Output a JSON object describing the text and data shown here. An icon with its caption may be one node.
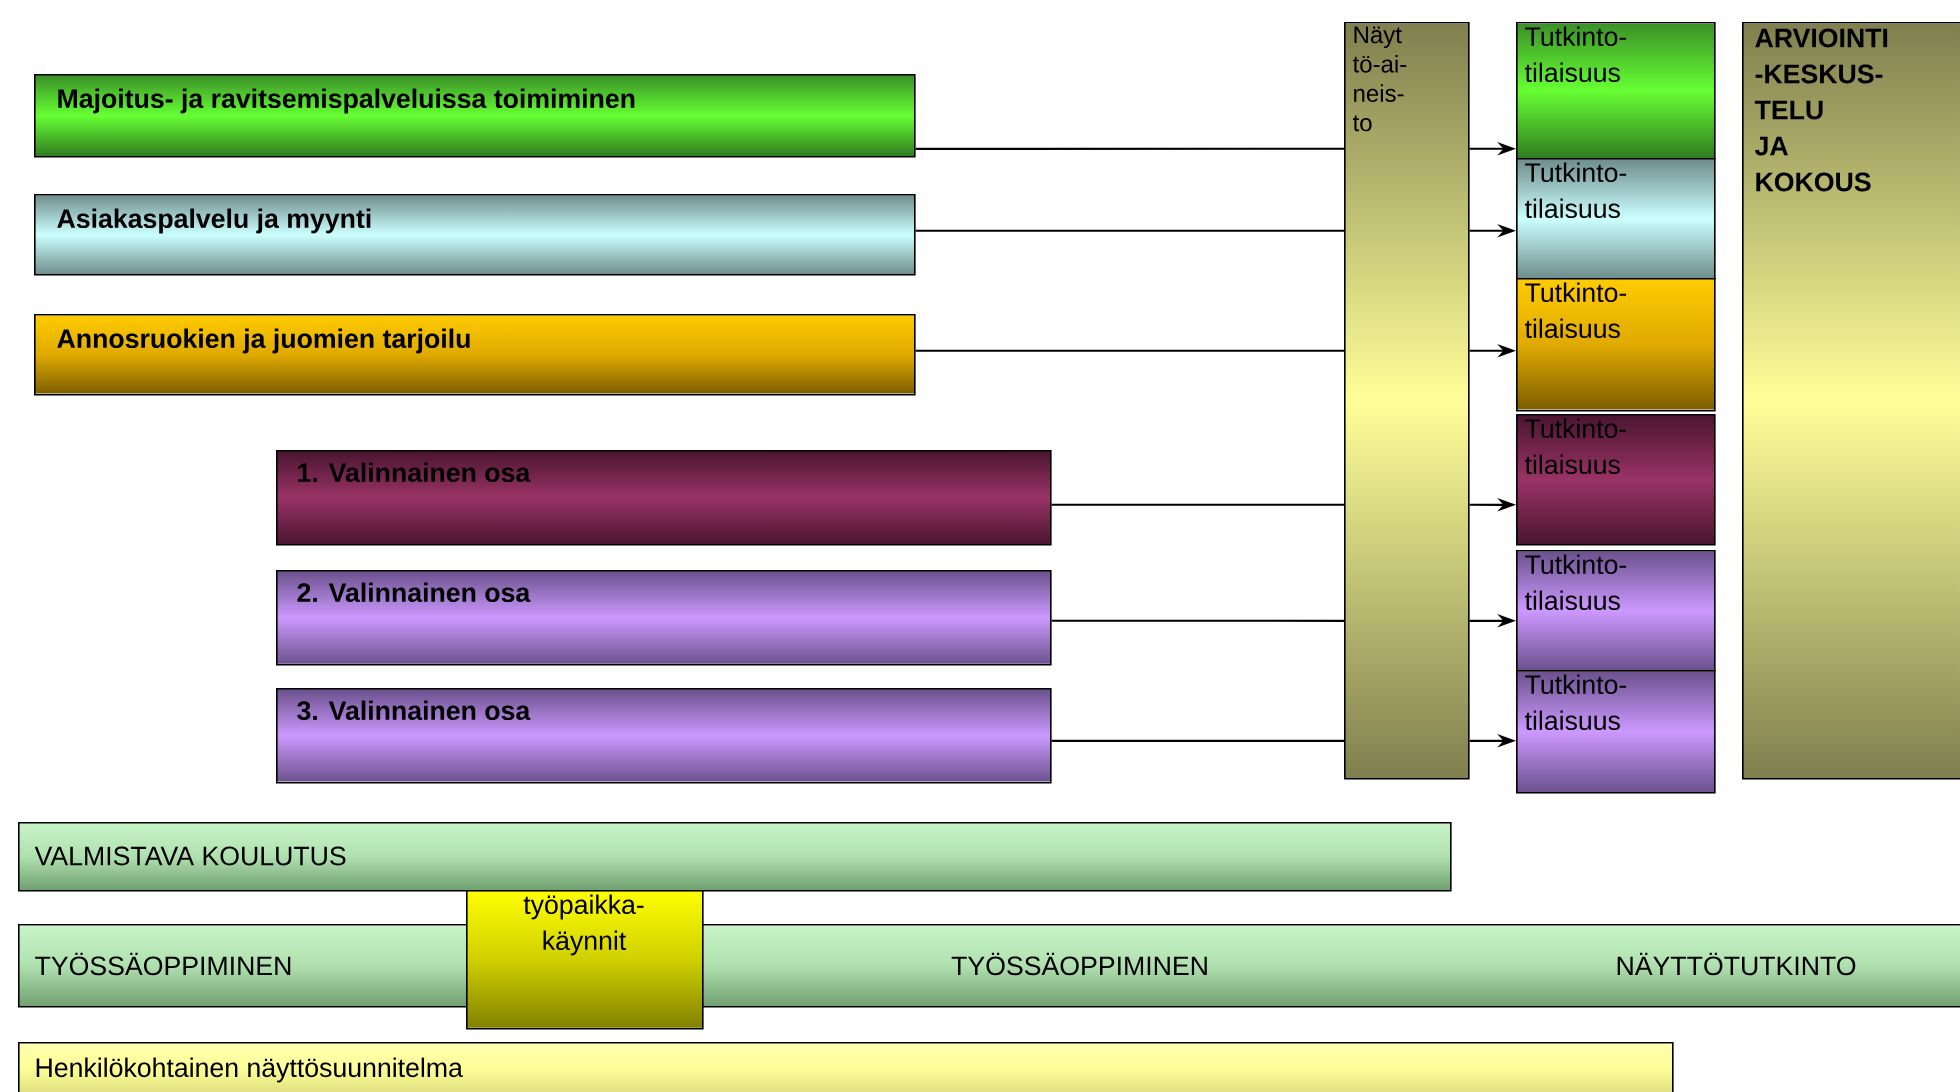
{
  "diagram": {
    "nodes": [
      {
        "text": [
          "Majoitus- ja ravitsemispalveluissa toimiminen"
        ]
      },
      {
        "text": [
          "Asiakaspalvelu ja myynti"
        ]
      },
      {
        "text": [
          "Annosruokien ja juomien tarjoilu"
        ]
      },
      {
        "text": [
          "1. Valinnainen osa"
        ]
      },
      {
        "text": [
          "2. Valinnainen osa"
        ]
      },
      {
        "text": [
          "3. Valinnainen osa"
        ]
      },
      {
        "text": [
          "Näyt tö-ai- neis- to"
        ]
      },
      {
        "text": [
          "Tutkinto- tilaisuus"
        ]
      },
      {
        "text": [
          "Tutkinto- tilaisuus"
        ]
      },
      {
        "text": [
          "Tutkinto- tilaisuus"
        ]
      },
      {
        "text": [
          "Tutkinto- tilaisuus"
        ]
      },
      {
        "text": [
          "Tutkinto- tilaisuus"
        ]
      },
      {
        "text": [
          "Tutkinto- tilaisuus"
        ]
      },
      {
        "text": [
          "ARVIOINTI -KESKUS- TELU JA KOKOUS"
        ]
      },
      {
        "text": [
          "VALMISTAVA KOULUTUS"
        ]
      },
      {
        "text": [
          "TYÖSSÄOPPIMINEN",
          "TYÖSSÄOPPIMINEN",
          "NÄYTTÖTUTKINTO"
        ]
      },
      {
        "text": [
          "työpaikka- käynnit"
        ]
      },
      {
        "text": [
          "Henkilökohtainen näyttösuunnitelma"
        ]
      }
    ],
    "edges": [
      {
        "from": 0,
        "to": 6,
        "arrow": "none"
      },
      {
        "from": 6,
        "to": 7,
        "arrow": "to"
      },
      {
        "from": 1,
        "to": 6,
        "arrow": "none"
      },
      {
        "from": 6,
        "to": 8,
        "arrow": "to"
      },
      {
        "from": 2,
        "to": 6,
        "arrow": "none"
      },
      {
        "from": 6,
        "to": 9,
        "arrow": "to"
      },
      {
        "from": 3,
        "to": 6,
        "arrow": "none"
      },
      {
        "from": 6,
        "to": 10,
        "arrow": "to"
      },
      {
        "from": 4,
        "to": 6,
        "arrow": "none"
      },
      {
        "from": 6,
        "to": 11,
        "arrow": "to"
      },
      {
        "from": 5,
        "to": 6,
        "arrow": "none"
      },
      {
        "from": 6,
        "to": 12,
        "arrow": "to"
      }
    ]
  }
}
